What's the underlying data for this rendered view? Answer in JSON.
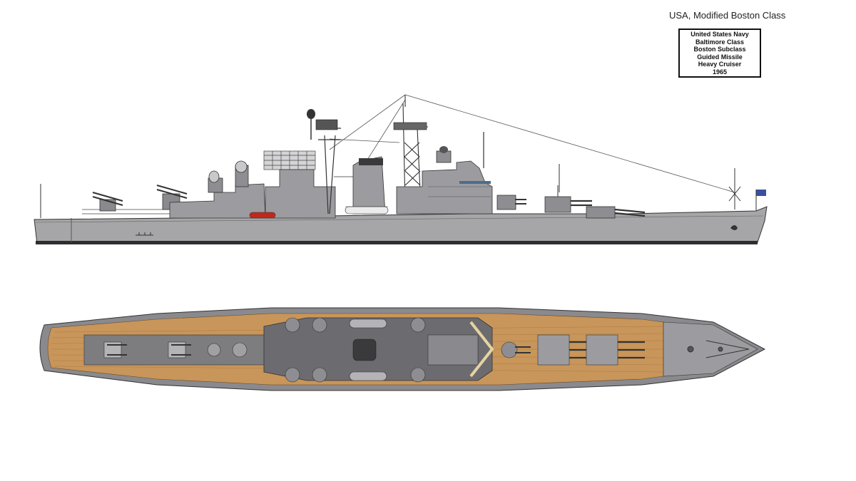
{
  "header": {
    "title": "USA,  Modified Boston Class"
  },
  "info_box": {
    "lines": [
      "United States Navy",
      "Baltimore Class",
      "Boston Subclass",
      "Guided Missile",
      "Heavy Cruiser",
      "1965"
    ]
  },
  "colors": {
    "hull_gray": "#a6a6a8",
    "superstructure_gray": "#9c9ca0",
    "dark_gray": "#555558",
    "boot_top": "#2e2e30",
    "deck_wood": "#c8955a",
    "deck_metal": "#7d7d80",
    "boat_red": "#c0281c",
    "flag_blue": "#3a4fa0"
  },
  "views": [
    "profile-view",
    "plan-view"
  ]
}
